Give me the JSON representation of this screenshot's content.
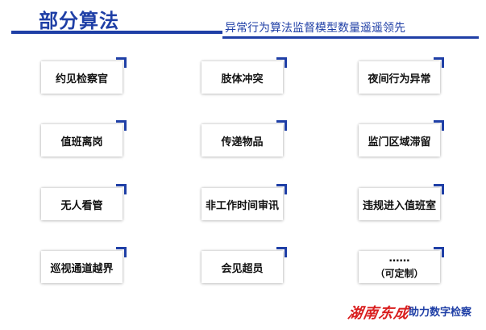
{
  "header": {
    "title": "部分算法",
    "subtitle": "异常行为算法监督模型数量遥遥领先"
  },
  "cards": [
    {
      "label": "约见检察官"
    },
    {
      "label": "肢体冲突"
    },
    {
      "label": "夜间行为异常"
    },
    {
      "label": "值班离岗"
    },
    {
      "label": "传递物品"
    },
    {
      "label": "监门区域滞留"
    },
    {
      "label": "无人看管"
    },
    {
      "label": "非工作时间审讯"
    },
    {
      "label": "违规进入值班室"
    },
    {
      "label": "巡视通道越界"
    },
    {
      "label": "会见超员"
    },
    {
      "label": "……",
      "label2": "（可定制）"
    }
  ],
  "footer": {
    "logo_text": "湖南东成",
    "slogan": "助力数字检察"
  },
  "colors": {
    "accent": "#1f3fa6",
    "logo": "#d91d1d"
  }
}
